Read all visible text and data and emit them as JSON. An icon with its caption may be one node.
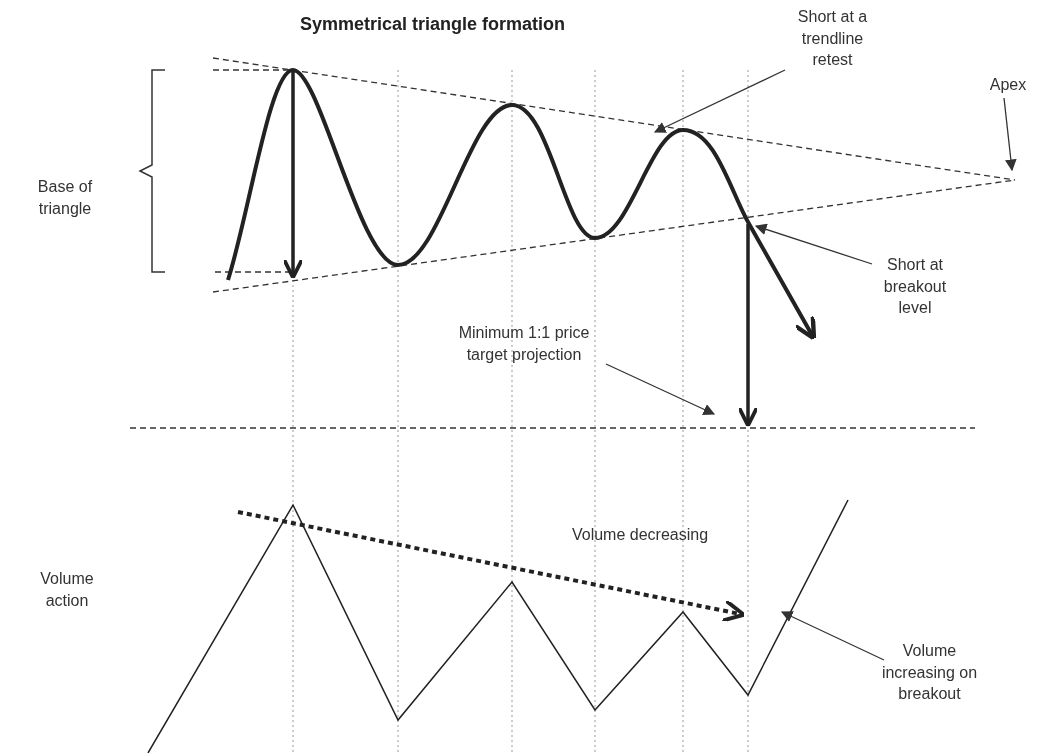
{
  "diagram": {
    "title": "Symmetrical triangle formation",
    "nodes": [
      {
        "text": [
          "Short at a trendline retest"
        ]
      },
      {
        "text": [
          "Apex"
        ]
      },
      {
        "text": [
          "Short at breakout level"
        ]
      },
      {
        "text": [
          "Minimum 1:1 price target projection"
        ]
      },
      {
        "text": [
          "Volume increasing on breakout"
        ]
      }
    ],
    "edges": [
      {
        "from": 0,
        "to": null,
        "arrow": "to"
      },
      {
        "from": 1,
        "to": null,
        "arrow": "to"
      },
      {
        "from": 2,
        "to": null,
        "arrow": "to"
      },
      {
        "from": 3,
        "to": null,
        "arrow": "to"
      },
      {
        "from": 4,
        "to": null,
        "arrow": "to"
      }
    ],
    "labels": [
      "Base of triangle",
      "Volume decreasing",
      "Volume action"
    ]
  }
}
